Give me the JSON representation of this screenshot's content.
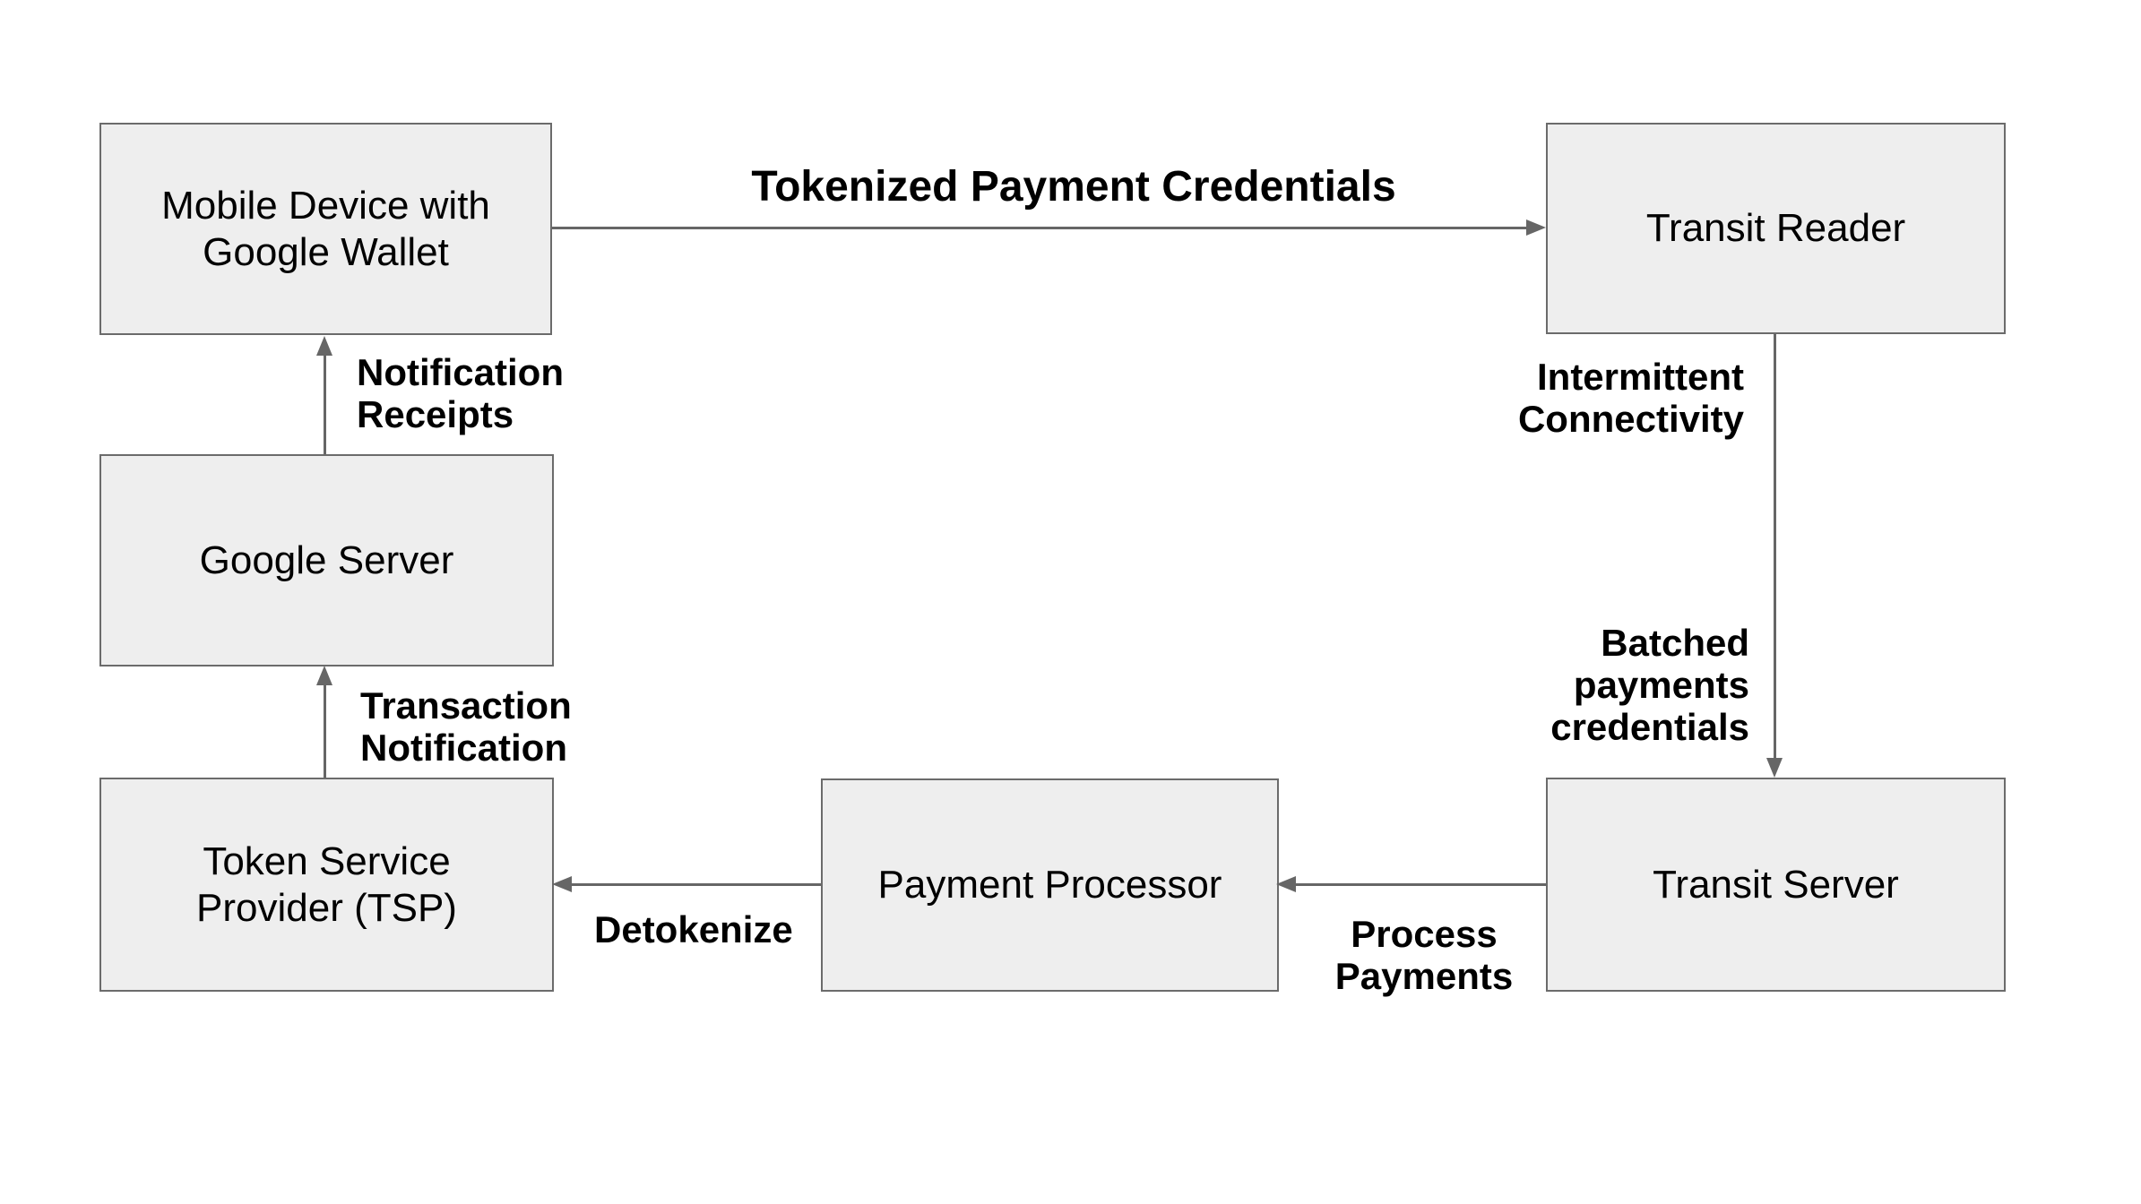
{
  "diagram": {
    "colors": {
      "background": "#ffffff",
      "node_fill": "#eeeeee",
      "node_border": "#6b6b6b",
      "arrow": "#666666",
      "text": "#000000"
    },
    "nodes": {
      "mobile": {
        "label": "Mobile Device with\nGoogle Wallet"
      },
      "reader": {
        "label": "Transit Reader"
      },
      "google": {
        "label": "Google Server"
      },
      "tsp": {
        "label": "Token Service\nProvider (TSP)"
      },
      "processor": {
        "label": "Payment Processor"
      },
      "server": {
        "label": "Transit Server"
      }
    },
    "edges": {
      "tokenized": {
        "label": "Tokenized Payment Credentials",
        "from": "mobile",
        "to": "reader"
      },
      "intermittent_batched": {
        "label_top": "Intermittent\nConnectivity",
        "label_bottom": "Batched\npayments\ncredentials",
        "from": "reader",
        "to": "server"
      },
      "process": {
        "label": "Process\nPayments",
        "from": "server",
        "to": "processor"
      },
      "detokenize": {
        "label": "Detokenize",
        "from": "processor",
        "to": "tsp"
      },
      "transaction": {
        "label": "Transaction\nNotification",
        "from": "tsp",
        "to": "google"
      },
      "notification": {
        "label": "Notification\nReceipts",
        "from": "google",
        "to": "mobile"
      }
    }
  }
}
